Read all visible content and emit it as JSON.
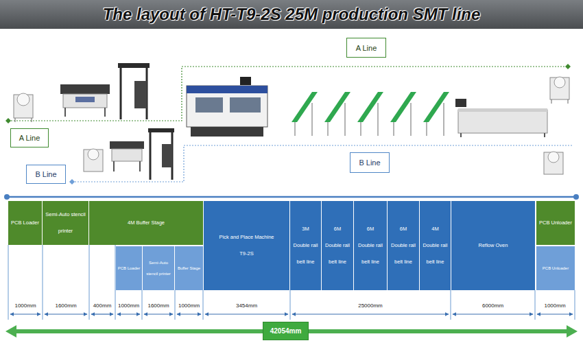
{
  "diagram": {
    "title": "The layout of HT-T9-2S 25M production SMT line",
    "nodes": [
      {
        "text": [
          "A Line"
        ]
      },
      {
        "text": [
          "A Line"
        ]
      },
      {
        "text": [
          "B Line"
        ]
      },
      {
        "text": [
          "B Line"
        ]
      },
      {
        "text": [
          "PCB Loader"
        ]
      },
      {
        "text": [
          "Semi-Auto stencil printer"
        ]
      },
      {
        "text": [
          "4M Buffer Stage"
        ]
      },
      {
        "text": [
          "Pick and Place Machine",
          "T9-2S"
        ]
      },
      {
        "text": [
          "3M",
          "Double rail belt line"
        ]
      },
      {
        "text": [
          "6M",
          "Double rail belt line"
        ]
      },
      {
        "text": [
          "6M",
          "Double rail belt line"
        ]
      },
      {
        "text": [
          "6M",
          "Double rail belt line"
        ]
      },
      {
        "text": [
          "4M",
          "Double rail belt line"
        ]
      },
      {
        "text": [
          "Reflow Oven"
        ]
      },
      {
        "text": [
          "PCB Unloader"
        ]
      },
      {
        "text": [
          "PCB Loader"
        ]
      },
      {
        "text": [
          "Semi-Auto stencil printer"
        ]
      },
      {
        "text": [
          "Buffer Stage"
        ]
      },
      {
        "text": [
          "PCB Unloader"
        ]
      },
      {
        "text": [
          "42054mm"
        ]
      }
    ],
    "labels": [
      "1000mm",
      "1600mm",
      "400mm",
      "1000mm",
      "1600mm",
      "1000mm",
      "3454mm",
      "25000mm",
      "6000mm",
      "1000mm"
    ]
  }
}
